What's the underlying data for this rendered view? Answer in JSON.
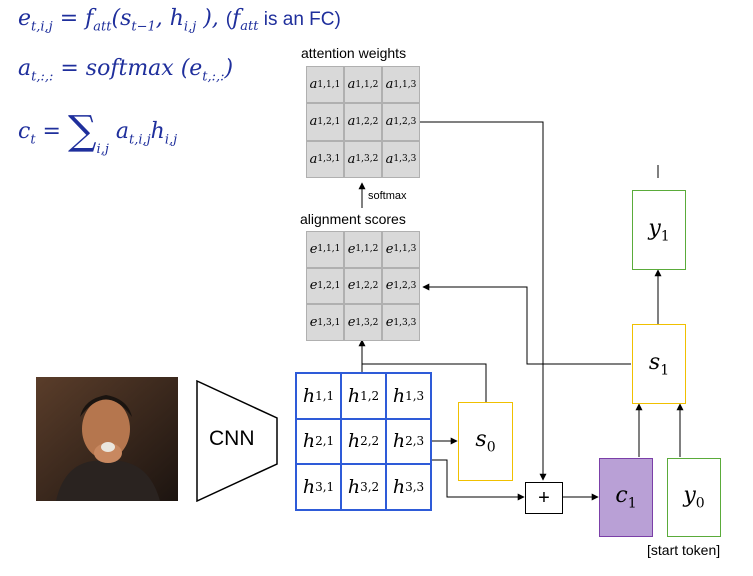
{
  "formulas": {
    "line1_note": "(f_att is an FC)"
  },
  "labels": {
    "attention_weights": "attention weights",
    "alignment_scores": "alignment scores",
    "softmax": "softmax",
    "cnn": "CNN",
    "plus": "+",
    "start_token": "[start token]"
  },
  "attention_grid": [
    "a1,1,1",
    "a1,1,2",
    "a1,1,3",
    "a1,2,1",
    "a1,2,2",
    "a1,2,3",
    "a1,3,1",
    "a1,3,2",
    "a1,3,3"
  ],
  "alignment_grid": [
    "e1,1,1",
    "e1,1,2",
    "e1,1,3",
    "e1,2,1",
    "e1,2,2",
    "e1,2,3",
    "e1,3,1",
    "e1,3,2",
    "e1,3,3"
  ],
  "feature_grid": [
    "h1,1",
    "h1,2",
    "h1,3",
    "h2,1",
    "h2,2",
    "h2,3",
    "h3,1",
    "h3,2",
    "h3,3"
  ],
  "nodes": {
    "s0": "s0",
    "s1": "s1",
    "y1": "y1",
    "y0": "y0",
    "c1": "c1"
  },
  "colors": {
    "formula_text": "#1f2f9c",
    "feature_border": "#2e5bd8",
    "state_border": "#f0c000",
    "output_border": "#5aab3a",
    "context_fill": "#b9a0d6",
    "context_border": "#7b3fa8",
    "grid_fill": "#d9d9d9"
  },
  "icons": {
    "photo": "man-eating-photo"
  }
}
